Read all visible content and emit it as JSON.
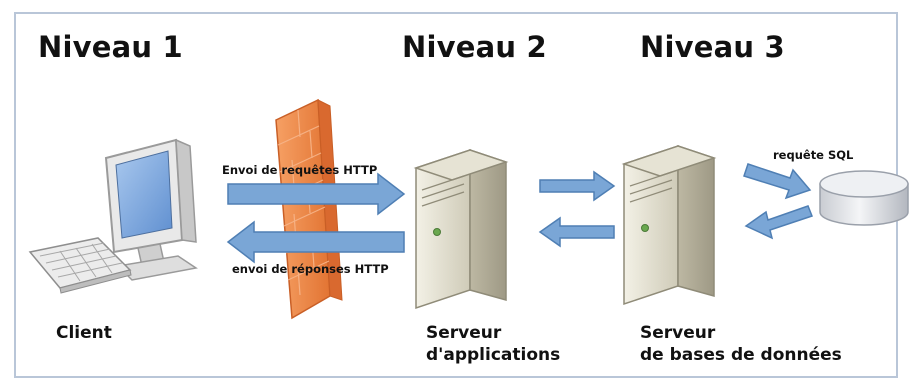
{
  "levels": [
    "Niveau 1",
    "Niveau 2",
    "Niveau 3"
  ],
  "labels": {
    "client": "Client",
    "app_server": "Serveur\nd'applications",
    "db_server": "Serveur\nde bases de données"
  },
  "arrows": {
    "http_requests": "Envoi de requêtes HTTP",
    "http_responses": "envoi de réponses HTTP",
    "sql_request": "requête SQL"
  },
  "colors": {
    "arrow_fill": "#7aa6d6",
    "arrow_stroke": "#4f7fb4",
    "firewall": "#ef8a4a",
    "frame_border": "#b9c6d8"
  }
}
